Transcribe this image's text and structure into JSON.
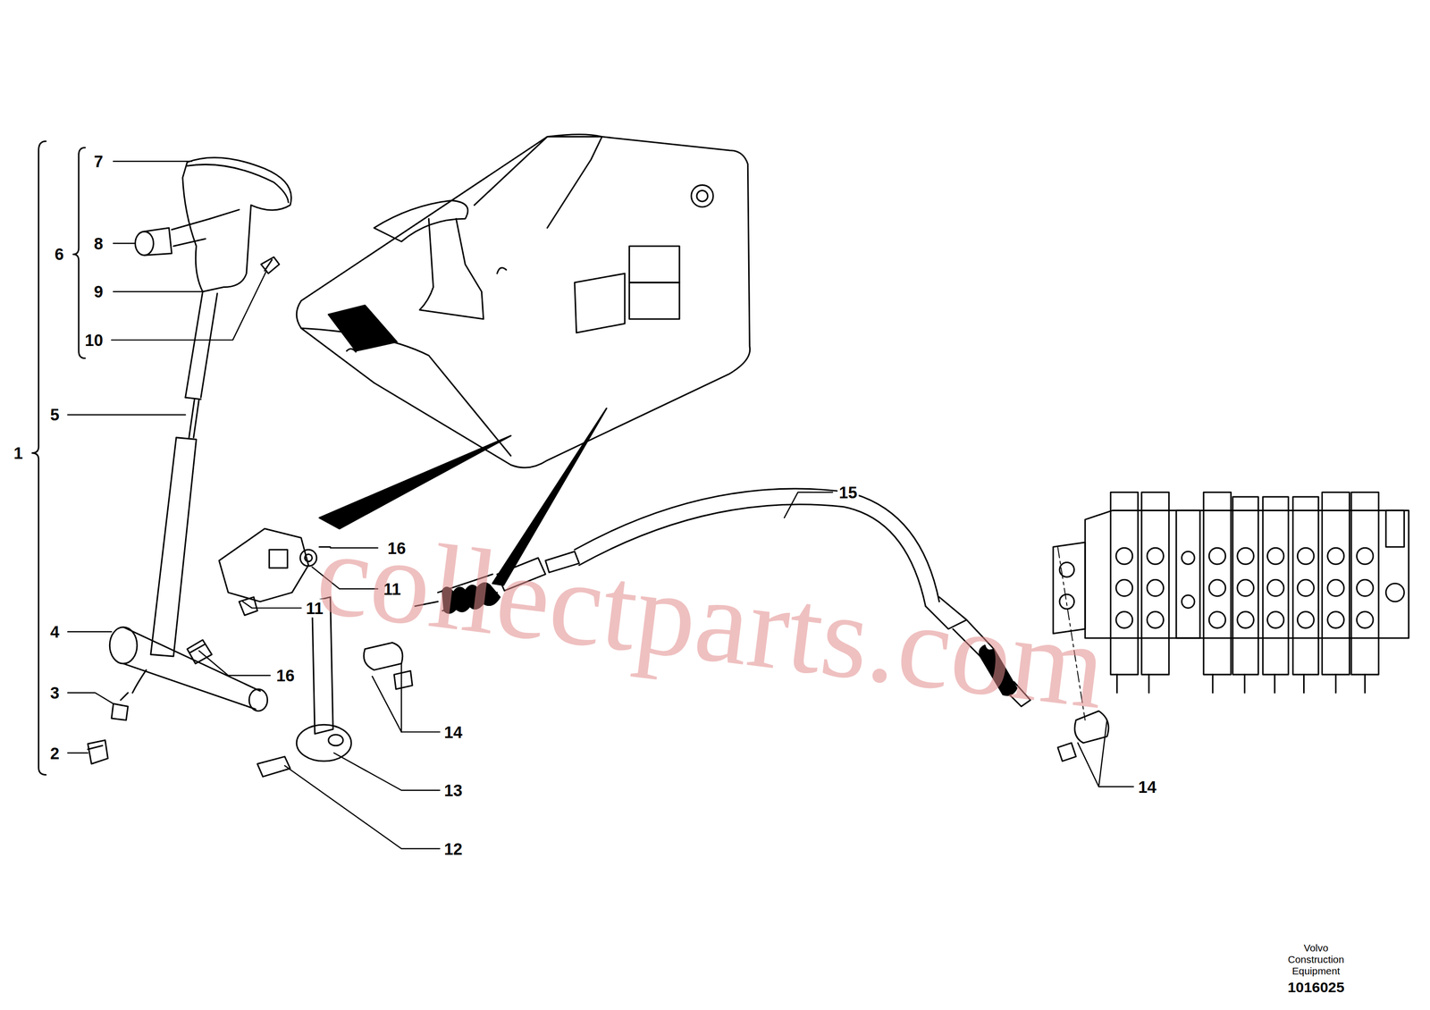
{
  "diagram": {
    "labels": [
      "7",
      "8",
      "6",
      "9",
      "10",
      "5",
      "1",
      "4",
      "3",
      "2",
      "15",
      "16",
      "11",
      "11",
      "16",
      "14",
      "13",
      "14",
      "12",
      "collectparts.com",
      "Volvo Construction Equipment",
      "1016025"
    ]
  }
}
